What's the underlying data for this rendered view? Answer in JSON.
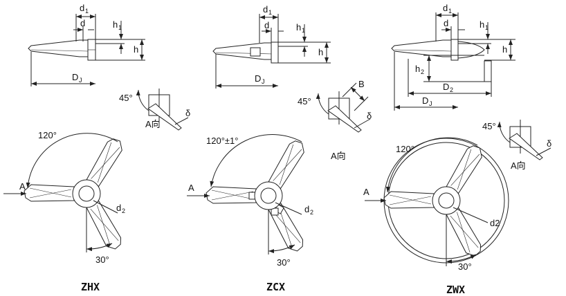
{
  "models": [
    {
      "name": "ZHX",
      "labels": {
        "d1": {
          "main": "d",
          "sub": "1"
        },
        "d": "d",
        "h1": {
          "main": "h",
          "sub": "1"
        },
        "h": "h",
        "dj": {
          "main": "D",
          "sub": "J"
        },
        "angle45": "45°",
        "view": "A向",
        "delta": "δ",
        "angle120": "120°",
        "a": "A",
        "d2": {
          "main": "d",
          "sub": "2"
        },
        "angle30": "30°"
      }
    },
    {
      "name": "ZCX",
      "labels": {
        "d1": {
          "main": "d",
          "sub": "1"
        },
        "d": "d",
        "h1": {
          "main": "h",
          "sub": "1"
        },
        "h": "h",
        "dj": {
          "main": "D",
          "sub": "J"
        },
        "b": "B",
        "angle45": "45°",
        "view": "A向",
        "delta": "δ",
        "angle120": "120°±1°",
        "a": "A",
        "d2": {
          "main": "d",
          "sub": "2"
        },
        "angle30": "30°"
      }
    },
    {
      "name": "ZWX",
      "labels": {
        "d1": {
          "main": "d",
          "sub": "1"
        },
        "d": "d",
        "h1": {
          "main": "h",
          "sub": "1"
        },
        "h": "h",
        "h2": {
          "main": "h",
          "sub": "2"
        },
        "d2top": {
          "main": "D",
          "sub": "2"
        },
        "dj": {
          "main": "D",
          "sub": "J"
        },
        "angle45": "45°",
        "view": "A向",
        "delta": "δ",
        "angle120": "120°",
        "a": "A",
        "d2": "d2",
        "angle30": "30°"
      }
    }
  ]
}
